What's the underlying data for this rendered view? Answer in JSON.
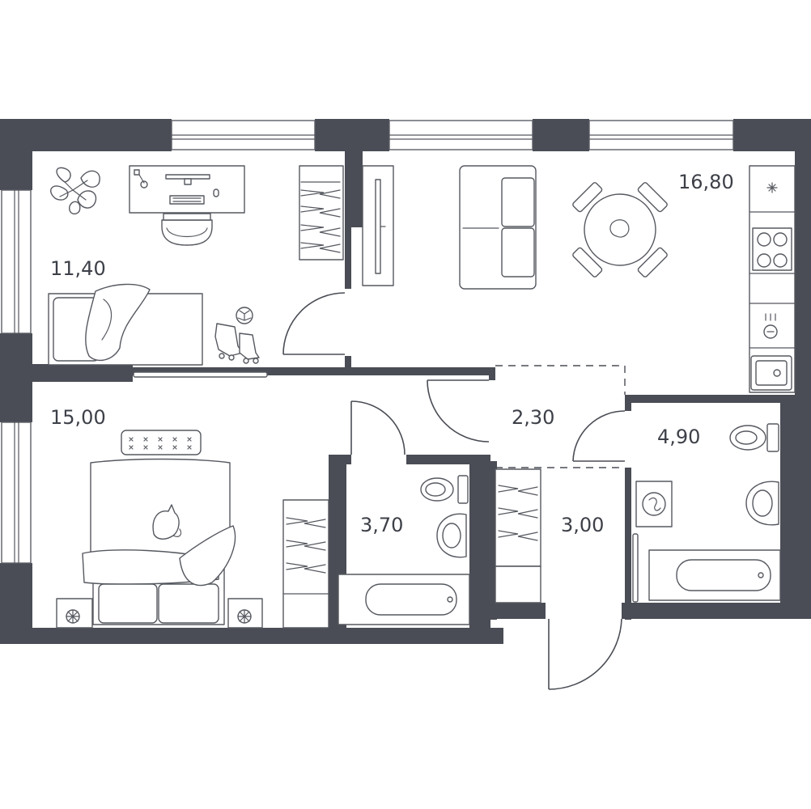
{
  "plan": {
    "rooms": [
      {
        "id": "bedroom-1",
        "area": "11,40"
      },
      {
        "id": "living-kitchen",
        "area": "16,80"
      },
      {
        "id": "bedroom-2",
        "area": "15,00"
      },
      {
        "id": "hall",
        "area": "2,30"
      },
      {
        "id": "bathroom-1",
        "area": "3,70"
      },
      {
        "id": "entrance",
        "area": "3,00"
      },
      {
        "id": "bathroom-2",
        "area": "4,90"
      }
    ],
    "colors": {
      "wall": "#4a4d55",
      "line": "#55585f",
      "background": "#ffffff"
    },
    "icons": [
      "plant-icon",
      "desk-icon",
      "office-chair-icon",
      "bed-icon",
      "ball-icon",
      "skates-icon",
      "tv-icon",
      "sofa-icon",
      "dining-table-icon",
      "hob-icon",
      "oven-icon",
      "sink-icon",
      "toilet-icon",
      "washbasin-icon",
      "bathtub-icon",
      "washing-machine-icon",
      "wardrobe-icon",
      "cat-icon",
      "nightstand-icon"
    ]
  }
}
